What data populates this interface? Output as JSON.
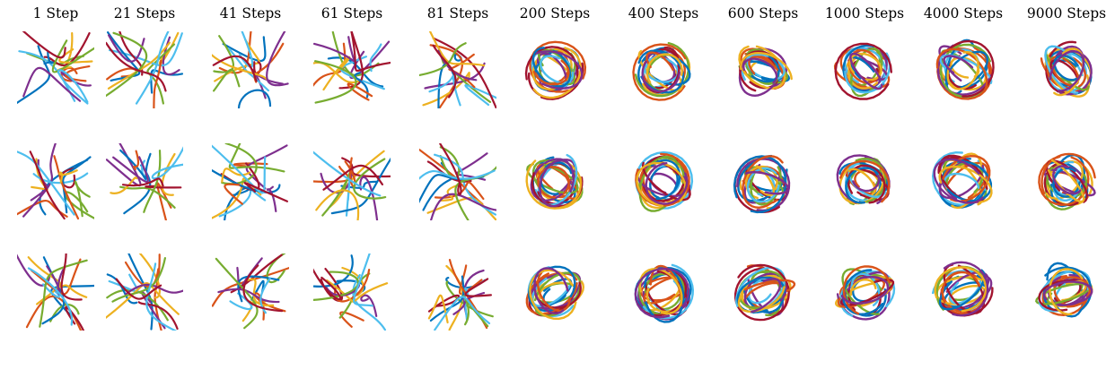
{
  "figure": {
    "columns": [
      "1 Step",
      "21 Steps",
      "41 Steps",
      "61 Steps",
      "81 Steps",
      "200 Steps",
      "400 Steps",
      "600 Steps",
      "1000 Steps",
      "4000 Steps",
      "9000 Steps"
    ],
    "rows": 3,
    "colors": [
      "#0072BD",
      "#D95319",
      "#EDB120",
      "#7E2F8E",
      "#77AC30",
      "#4DBEEE",
      "#A2142F"
    ]
  }
}
